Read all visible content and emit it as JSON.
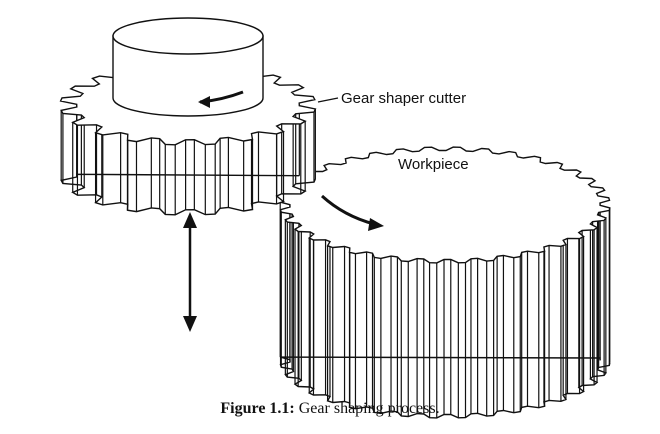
{
  "labels": {
    "cutter": "Gear shaper cutter",
    "workpiece": "Workpiece"
  },
  "caption": {
    "number": "Figure 1.1:",
    "text": "Gear shaping process."
  },
  "colors": {
    "line": "#111111",
    "fill": "#ffffff"
  }
}
